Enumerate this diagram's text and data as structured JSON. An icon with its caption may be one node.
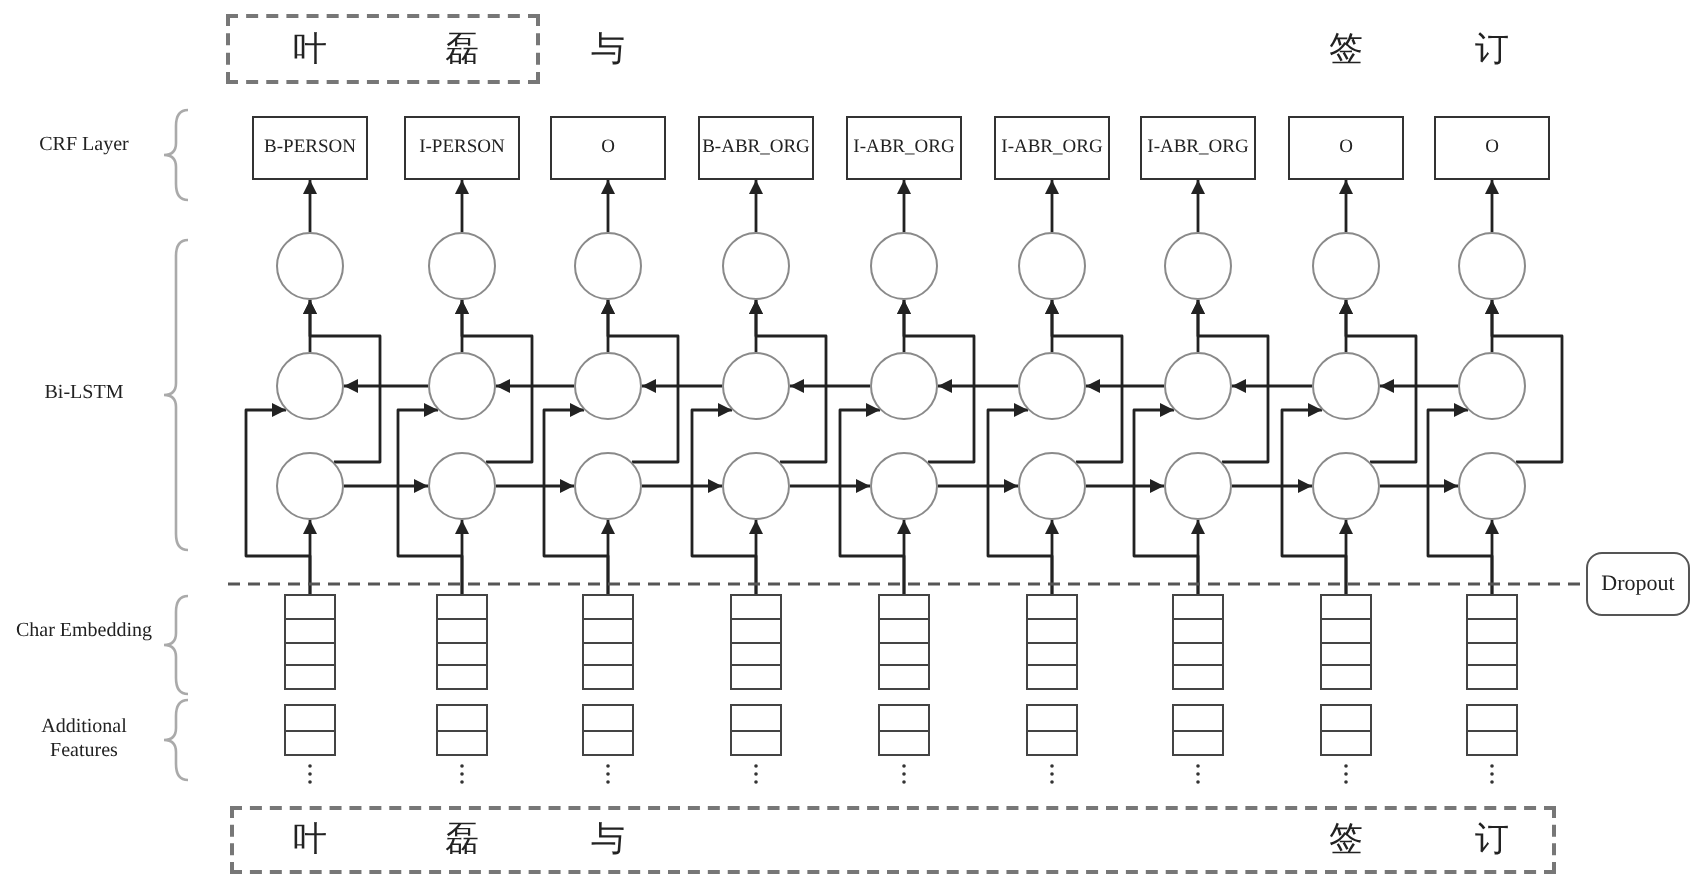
{
  "diagram": {
    "nodes": [
      {
        "text": [
          "叶",
          "磊"
        ]
      },
      {
        "text": [
          "B-PERSON"
        ]
      },
      {
        "text": [
          "I-PERSON"
        ]
      },
      {
        "text": [
          "O"
        ]
      },
      {
        "text": [
          "B-ABR_ORG"
        ]
      },
      {
        "text": [
          "I-ABR_ORG"
        ]
      },
      {
        "text": [
          "I-ABR_ORG"
        ]
      },
      {
        "text": [
          "I-ABR_ORG"
        ]
      },
      {
        "text": [
          "O"
        ]
      },
      {
        "text": [
          "O"
        ]
      },
      {
        "text": [],
        "shape": "circle"
      },
      {
        "text": [],
        "shape": "circle"
      },
      {
        "text": [],
        "shape": "circle"
      },
      {
        "text": [],
        "shape": "circle"
      },
      {
        "text": [],
        "shape": "circle"
      },
      {
        "text": [],
        "shape": "circle"
      },
      {
        "text": [],
        "shape": "circle"
      },
      {
        "text": [],
        "shape": "circle"
      },
      {
        "text": [],
        "shape": "circle"
      },
      {
        "text": [],
        "shape": "circle"
      },
      {
        "text": [],
        "shape": "circle"
      },
      {
        "text": [],
        "shape": "circle"
      },
      {
        "text": [],
        "shape": "circle"
      },
      {
        "text": [],
        "shape": "circle"
      },
      {
        "text": [],
        "shape": "circle"
      },
      {
        "text": [],
        "shape": "circle"
      },
      {
        "text": [],
        "shape": "circle"
      },
      {
        "text": [],
        "shape": "circle"
      },
      {
        "text": [],
        "shape": "circle"
      },
      {
        "text": [],
        "shape": "circle"
      },
      {
        "text": [],
        "shape": "circle"
      },
      {
        "text": [],
        "shape": "circle"
      },
      {
        "text": [],
        "shape": "circle"
      },
      {
        "text": [],
        "shape": "circle"
      },
      {
        "text": [],
        "shape": "circle"
      },
      {
        "text": [],
        "shape": "circle"
      },
      {
        "text": [],
        "shape": "circle"
      },
      {
        "text": [
          "Dropout"
        ]
      },
      {
        "text": [],
        "shape": "box"
      },
      {
        "text": [],
        "shape": "box"
      },
      {
        "text": [],
        "shape": "box"
      },
      {
        "text": [],
        "shape": "box"
      },
      {
        "text": [],
        "shape": "box"
      },
      {
        "text": [],
        "shape": "box"
      },
      {
        "text": [],
        "shape": "box"
      },
      {
        "text": [],
        "shape": "box"
      },
      {
        "text": [],
        "shape": "box"
      },
      {
        "text": [],
        "shape": "box"
      },
      {
        "text": [],
        "shape": "box"
      },
      {
        "text": [],
        "shape": "box"
      },
      {
        "text": [],
        "shape": "box"
      },
      {
        "text": [],
        "shape": "box"
      },
      {
        "text": [],
        "shape": "box"
      },
      {
        "text": [],
        "shape": "box"
      },
      {
        "text": [],
        "shape": "box"
      },
      {
        "text": [],
        "shape": "box"
      },
      {
        "text": [
          "叶",
          "磊",
          "与",
          "签",
          "订"
        ]
      }
    ],
    "edges": [
      {
        "from": 38,
        "to": 28,
        "arrow": "to"
      },
      {
        "from": 38,
        "to": 19,
        "arrow": "to"
      },
      {
        "from": 39,
        "to": 29,
        "arrow": "to"
      },
      {
        "from": 39,
        "to": 20,
        "arrow": "to"
      },
      {
        "from": 40,
        "to": 30,
        "arrow": "to"
      },
      {
        "from": 40,
        "to": 21,
        "arrow": "to"
      },
      {
        "from": 41,
        "to": 31,
        "arrow": "to"
      },
      {
        "from": 41,
        "to": 22,
        "arrow": "to"
      },
      {
        "from": 42,
        "to": 32,
        "arrow": "to"
      },
      {
        "from": 42,
        "to": 23,
        "arrow": "to"
      },
      {
        "from": 43,
        "to": 33,
        "arrow": "to"
      },
      {
        "from": 43,
        "to": 24,
        "arrow": "to"
      },
      {
        "from": 44,
        "to": 34,
        "arrow": "to"
      },
      {
        "from": 44,
        "to": 25,
        "arrow": "to"
      },
      {
        "from": 45,
        "to": 35,
        "arrow": "to"
      },
      {
        "from": 45,
        "to": 26,
        "arrow": "to"
      },
      {
        "from": 46,
        "to": 36,
        "arrow": "to"
      },
      {
        "from": 46,
        "to": 27,
        "arrow": "to"
      },
      {
        "from": 28,
        "to": 29,
        "arrow": "to"
      },
      {
        "from": 29,
        "to": 30,
        "arrow": "to"
      },
      {
        "from": 30,
        "to": 31,
        "arrow": "to"
      },
      {
        "from": 31,
        "to": 32,
        "arrow": "to"
      },
      {
        "from": 32,
        "to": 33,
        "arrow": "to"
      },
      {
        "from": 33,
        "to": 34,
        "arrow": "to"
      },
      {
        "from": 34,
        "to": 35,
        "arrow": "to"
      },
      {
        "from": 35,
        "to": 36,
        "arrow": "to"
      },
      {
        "from": 20,
        "to": 19,
        "arrow": "to"
      },
      {
        "from": 21,
        "to": 20,
        "arrow": "to"
      },
      {
        "from": 22,
        "to": 21,
        "arrow": "to"
      },
      {
        "from": 23,
        "to": 22,
        "arrow": "to"
      },
      {
        "from": 24,
        "to": 23,
        "arrow": "to"
      },
      {
        "from": 25,
        "to": 24,
        "arrow": "to"
      },
      {
        "from": 26,
        "to": 25,
        "arrow": "to"
      },
      {
        "from": 27,
        "to": 26,
        "arrow": "to"
      },
      {
        "from": 19,
        "to": 10,
        "arrow": "to"
      },
      {
        "from": 28,
        "to": 10,
        "arrow": "to"
      },
      {
        "from": 20,
        "to": 11,
        "arrow": "to"
      },
      {
        "from": 29,
        "to": 11,
        "arrow": "to"
      },
      {
        "from": 21,
        "to": 12,
        "arrow": "to"
      },
      {
        "from": 30,
        "to": 12,
        "arrow": "to"
      },
      {
        "from": 22,
        "to": 13,
        "arrow": "to"
      },
      {
        "from": 31,
        "to": 13,
        "arrow": "to"
      },
      {
        "from": 23,
        "to": 14,
        "arrow": "to"
      },
      {
        "from": 32,
        "to": 14,
        "arrow": "to"
      },
      {
        "from": 24,
        "to": 15,
        "arrow": "to"
      },
      {
        "from": 33,
        "to": 15,
        "arrow": "to"
      },
      {
        "from": 25,
        "to": 16,
        "arrow": "to"
      },
      {
        "from": 34,
        "to": 16,
        "arrow": "to"
      },
      {
        "from": 26,
        "to": 17,
        "arrow": "to"
      },
      {
        "from": 35,
        "to": 17,
        "arrow": "to"
      },
      {
        "from": 27,
        "to": 18,
        "arrow": "to"
      },
      {
        "from": 36,
        "to": 18,
        "arrow": "to"
      },
      {
        "from": 10,
        "to": 1,
        "arrow": "to"
      },
      {
        "from": 11,
        "to": 2,
        "arrow": "to"
      },
      {
        "from": 12,
        "to": 3,
        "arrow": "to"
      },
      {
        "from": 13,
        "to": 4,
        "arrow": "to"
      },
      {
        "from": 14,
        "to": 5,
        "arrow": "to"
      },
      {
        "from": 15,
        "to": 6,
        "arrow": "to"
      },
      {
        "from": 16,
        "to": 7,
        "arrow": "to"
      },
      {
        "from": 17,
        "to": 8,
        "arrow": "to"
      },
      {
        "from": 18,
        "to": 9,
        "arrow": "to"
      },
      {
        "from": null,
        "to": 37,
        "arrow": "none",
        "style": "dashed"
      }
    ],
    "labels": [
      "与",
      "签",
      "订",
      "CRF Layer",
      "Bi-LSTM",
      "Char Embedding",
      "Additional Features"
    ]
  }
}
